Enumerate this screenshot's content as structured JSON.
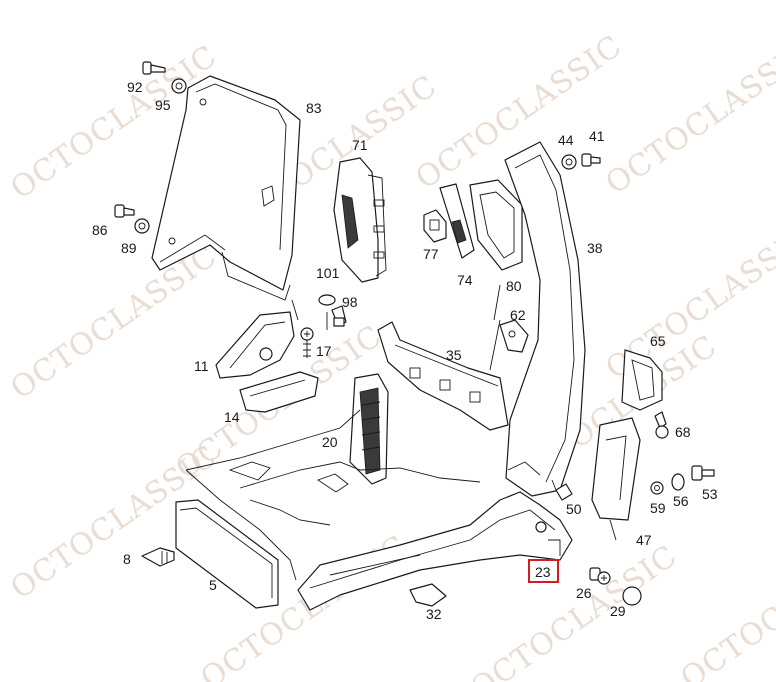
{
  "watermark": "OCTOCLASSIC",
  "highlight_color": "#d21e1e",
  "callouts": {
    "c92": "92",
    "c95": "95",
    "c83": "83",
    "c71": "71",
    "c44": "44",
    "c41": "41",
    "c86": "86",
    "c89": "89",
    "c77": "77",
    "c74": "74",
    "c80": "80",
    "c38": "38",
    "c101": "101",
    "c98": "98",
    "c62": "62",
    "c11": "11",
    "c17": "17",
    "c35": "35",
    "c65": "65",
    "c14": "14",
    "c20": "20",
    "c68": "68",
    "c50": "50",
    "c59": "59",
    "c56": "56",
    "c53": "53",
    "c47": "47",
    "c8": "8",
    "c23": "23",
    "c5": "5",
    "c26": "26",
    "c29": "29",
    "c32": "32"
  },
  "highlighted": "23"
}
